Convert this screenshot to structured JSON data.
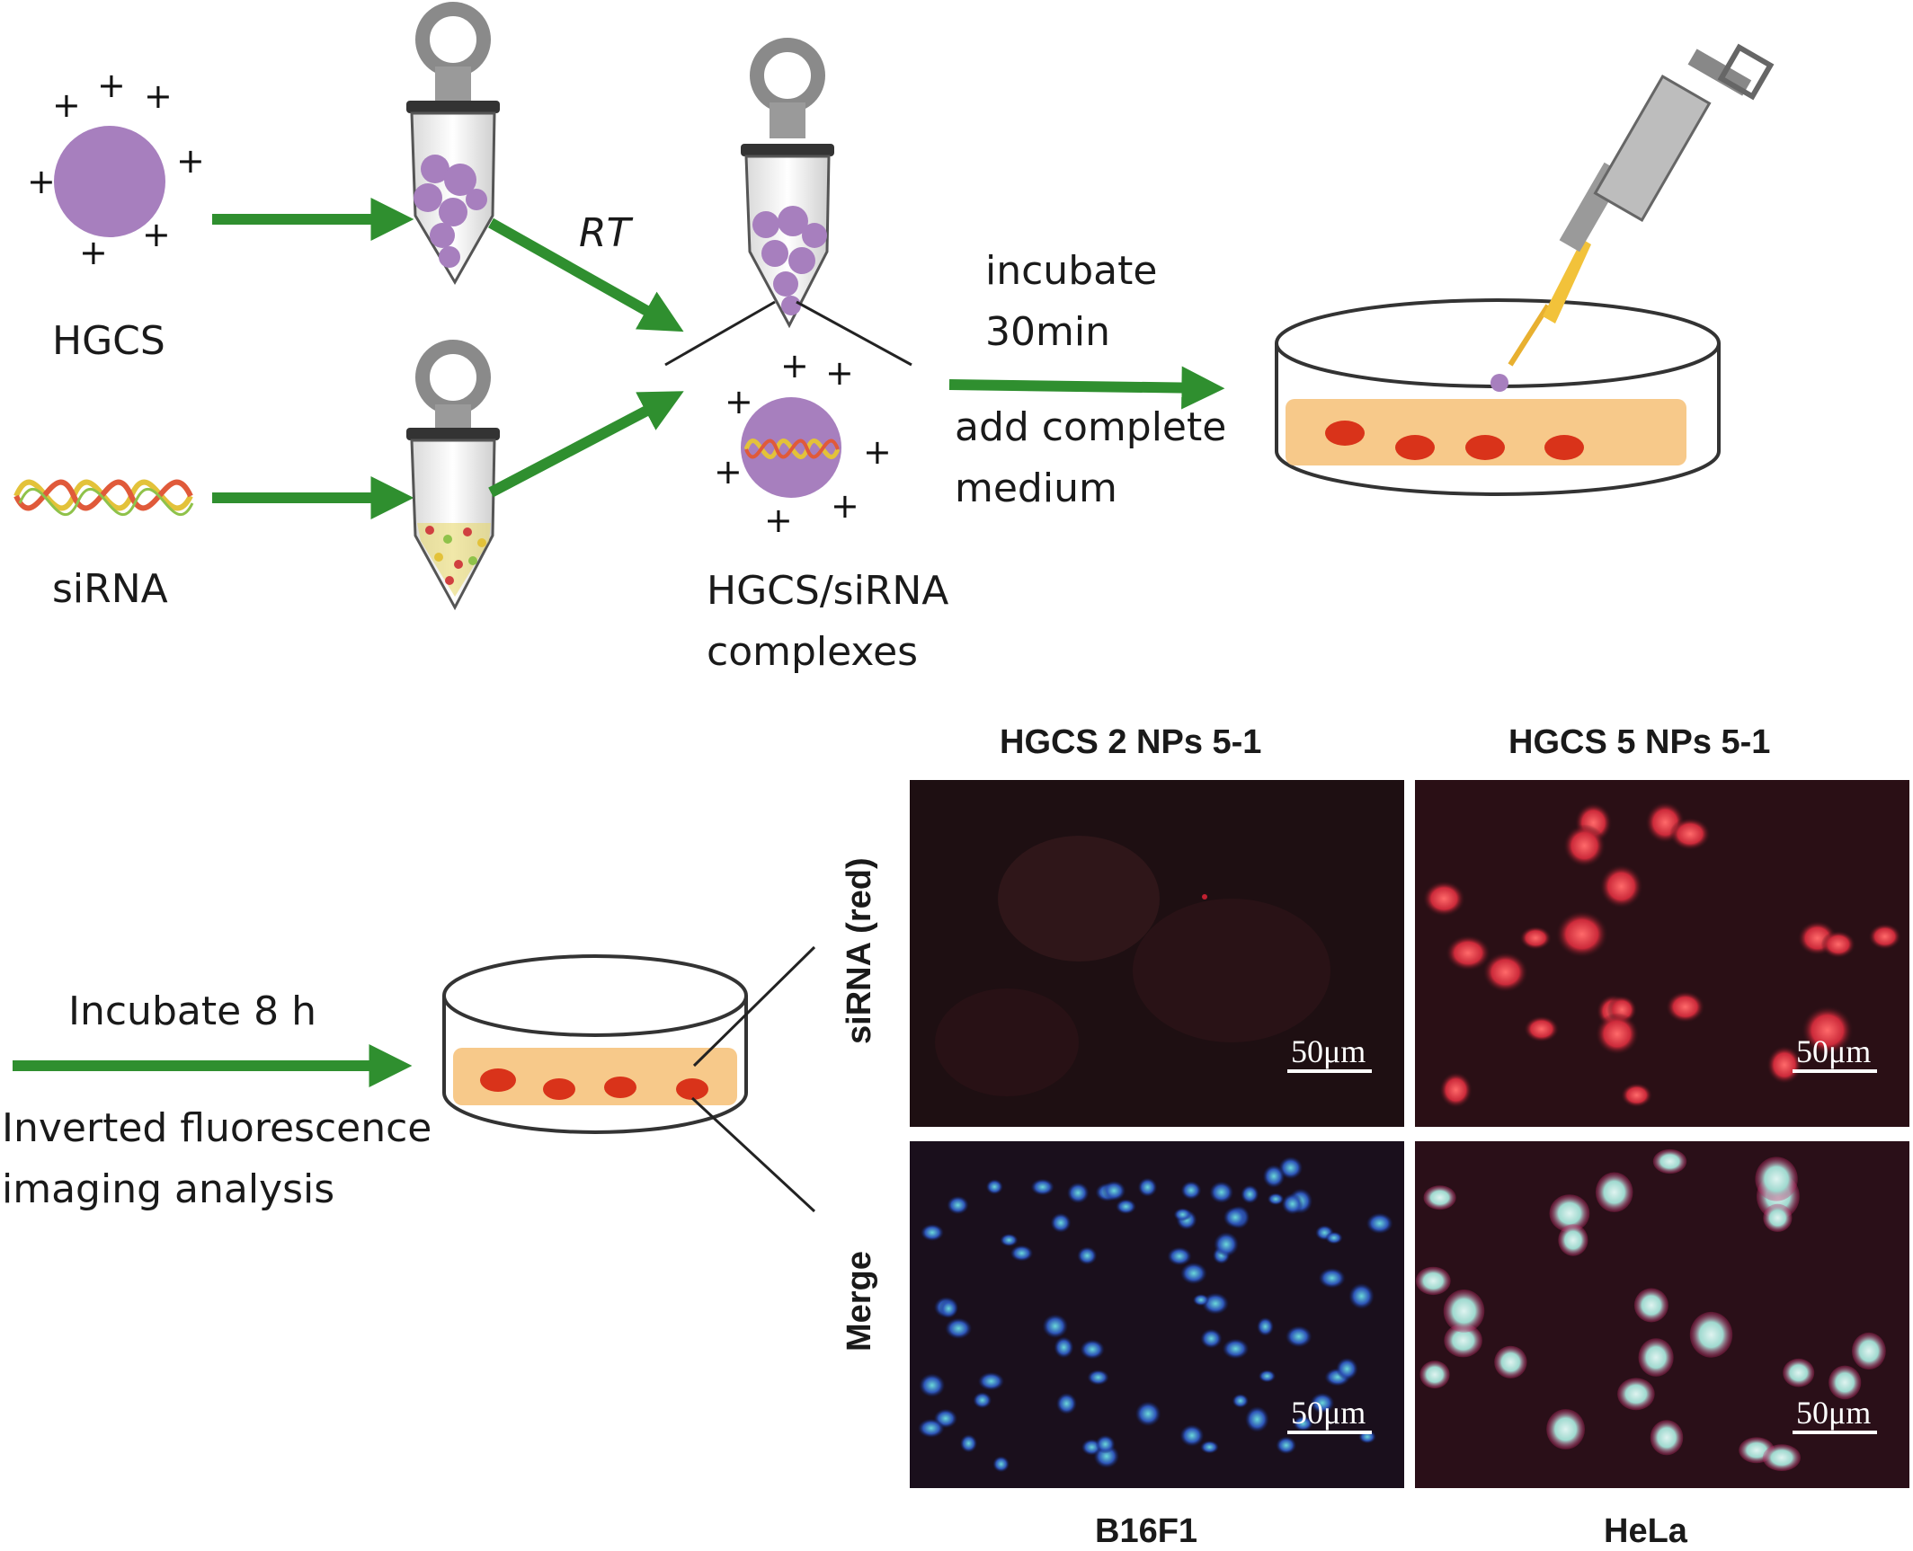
{
  "labels": {
    "hgcs": "HGCS",
    "sirna": "siRNA",
    "rt": "RT",
    "incubate": "incubate",
    "time_30": "30min",
    "add_complete": "add complete",
    "medium": "medium",
    "complexes_1": "HGCS/siRNA",
    "complexes_2": "complexes",
    "incubate_8h": "Incubate 8 h",
    "imaging_1": "Inverted fluorescence",
    "imaging_2": "imaging analysis"
  },
  "panels": {
    "col1_title": "HGCS 2 NPs 5-1",
    "col2_title": "HGCS 5 NPs 5-1",
    "row1_label": "siRNA (red)",
    "row2_label": "Merge",
    "col1_cell": "B16F1",
    "col2_cell": "HeLa",
    "scale_bar": "50μm"
  },
  "charges": {
    "symbol": "+"
  },
  "colors": {
    "arrow": "#2f8f2f",
    "particle": "#a77fbe",
    "cell": "#f7c98a",
    "nucleus": "#d9331a",
    "panel_dark": "#1e0f12"
  }
}
